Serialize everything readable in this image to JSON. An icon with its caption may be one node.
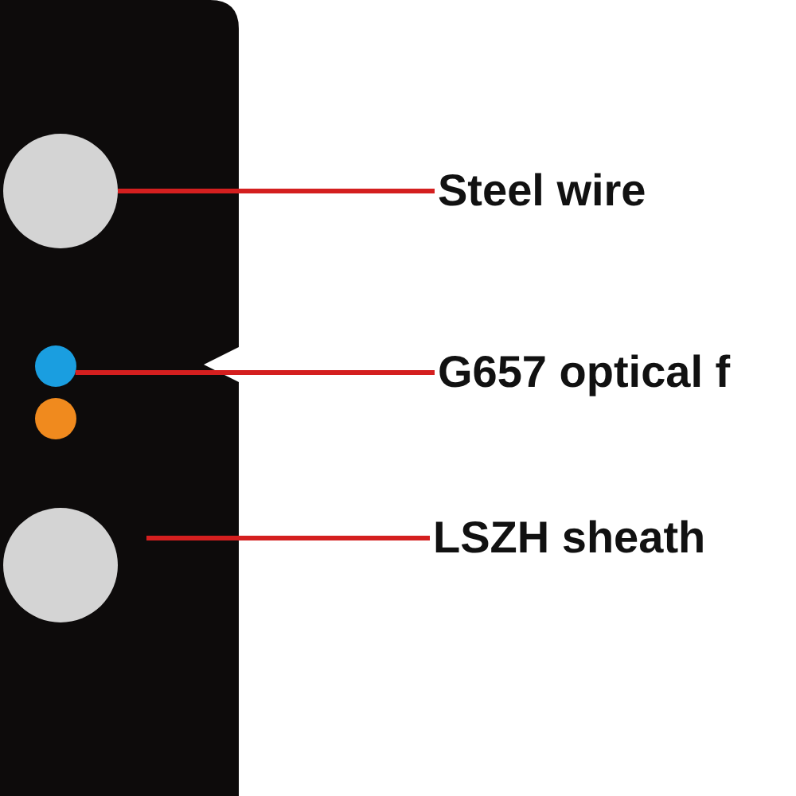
{
  "diagram": {
    "nodes": [
      {
        "text": [],
        "shape": "box"
      },
      {
        "text": [],
        "shape": "circle",
        "in": 0
      },
      {
        "text": [],
        "shape": "circle",
        "in": 0
      },
      {
        "text": [],
        "shape": "circle",
        "in": 0
      },
      {
        "text": [],
        "shape": "circle",
        "in": 0
      },
      {
        "text": [
          "Steel wire"
        ]
      },
      {
        "text": [
          "G657 optical f"
        ]
      },
      {
        "text": [
          "LSZH sheath"
        ]
      }
    ],
    "edges": [
      {
        "from": 5,
        "to": 1,
        "arrow": "none"
      },
      {
        "from": 6,
        "to": 2,
        "arrow": "none"
      },
      {
        "from": 7,
        "to": 0,
        "arrow": "none"
      }
    ]
  }
}
